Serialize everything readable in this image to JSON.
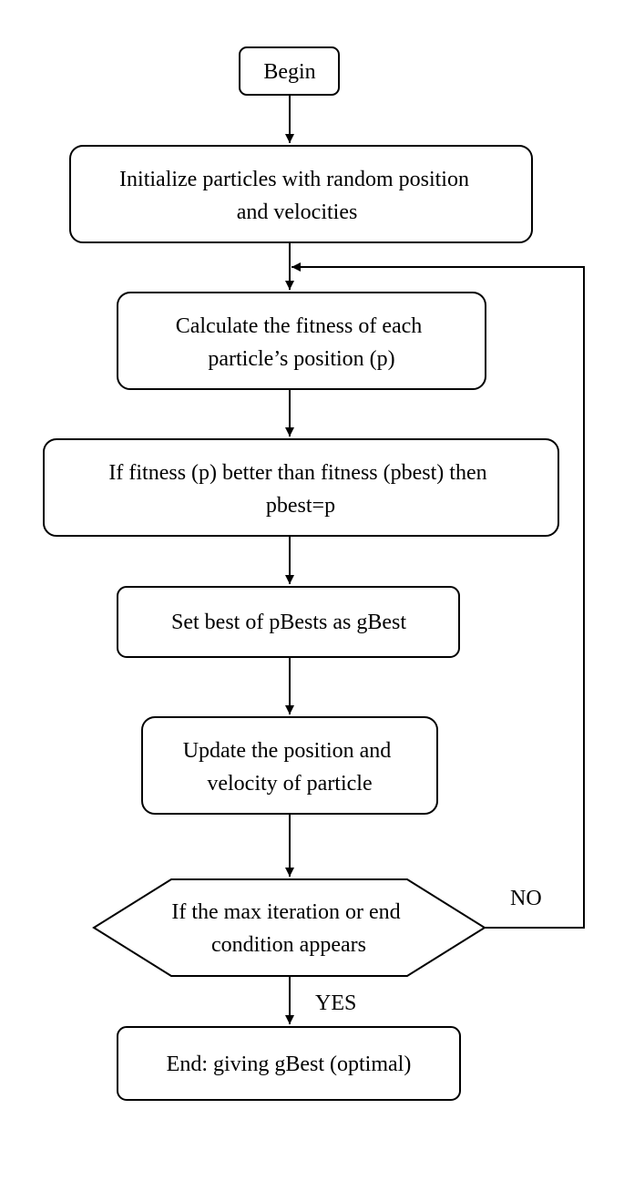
{
  "nodes": {
    "begin": {
      "lines": [
        "Begin"
      ]
    },
    "initialize": {
      "lines": [
        "Initialize particles with random position",
        "and velocities"
      ]
    },
    "fitness": {
      "lines": [
        "Calculate the fitness of each",
        "particle’s position (p)"
      ]
    },
    "pbest": {
      "lines": [
        "If fitness (p) better than fitness (pbest) then",
        "pbest=p"
      ]
    },
    "gbest": {
      "lines": [
        "Set best of pBests as gBest"
      ]
    },
    "update": {
      "lines": [
        "Update the position and",
        "velocity of particle"
      ]
    },
    "decision": {
      "lines": [
        "If the max iteration or end",
        "condition appears"
      ]
    },
    "end": {
      "lines": [
        "End: giving gBest (optimal)"
      ]
    }
  },
  "edge_labels": {
    "no": "NO",
    "yes": "YES"
  }
}
